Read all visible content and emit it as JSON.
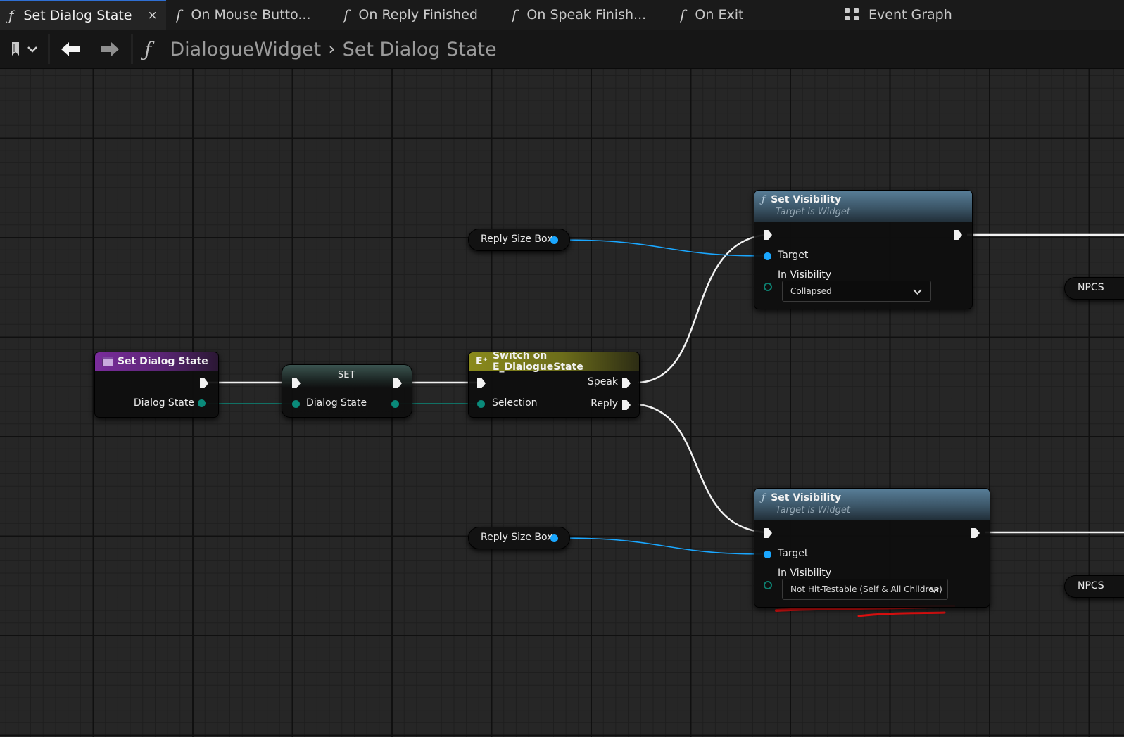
{
  "tabs": [
    {
      "label": "Set Dialog State",
      "active": true,
      "closable": true,
      "icon": "function-icon"
    },
    {
      "label": "On Mouse Butto...",
      "icon": "function-icon"
    },
    {
      "label": "On Reply Finished",
      "icon": "function-icon"
    },
    {
      "label": "On Speak Finish...",
      "icon": "function-icon"
    },
    {
      "label": "On Exit",
      "icon": "function-icon"
    },
    {
      "label": "Event Graph",
      "icon": "event-graph-icon"
    }
  ],
  "toolbar": {
    "breadcrumb": [
      "DialogueWidget",
      "Set Dialog State"
    ],
    "close_glyph": "×"
  },
  "graph": {
    "entry_node": {
      "title": "Set Dialog State",
      "output_pin": "Dialog State"
    },
    "set_node": {
      "title": "SET",
      "pin": "Dialog State"
    },
    "switch_node": {
      "title": "Switch on E_DialogueState",
      "input_pin": "Selection",
      "outputs": [
        "Speak",
        "Reply"
      ]
    },
    "var_top": {
      "label": "Reply Size Box"
    },
    "var_bottom": {
      "label": "Reply Size Box"
    },
    "setvis_top": {
      "title": "Set Visibility",
      "subtitle": "Target is Widget",
      "target_label": "Target",
      "visibility_label": "In Visibility",
      "visibility_value": "Collapsed"
    },
    "setvis_bottom": {
      "title": "Set Visibility",
      "subtitle": "Target is Widget",
      "target_label": "Target",
      "visibility_label": "In Visibility",
      "visibility_value": "Not Hit-Testable (Self & All Children)"
    },
    "offscreen_top": {
      "label": "NPCS"
    },
    "offscreen_bottom": {
      "label": "NPCS"
    }
  },
  "colors": {
    "exec": "#f2f2f2",
    "object_pin": "#1aa7ff",
    "enum_pin": "#0a8a7a",
    "annotation": "#e01010"
  }
}
